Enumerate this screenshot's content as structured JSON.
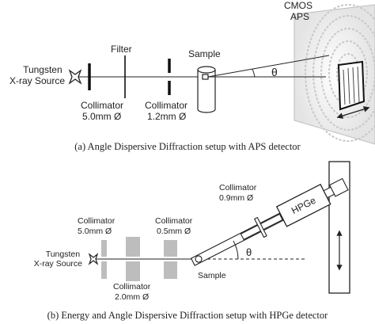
{
  "panel_a": {
    "source": [
      "Tungsten",
      "X-ray Source"
    ],
    "filter": "Filter",
    "collimator1": [
      "Collimator",
      "5.0mm Ø"
    ],
    "collimator2": [
      "Collimator",
      "1.2mm Ø"
    ],
    "sample": "Sample",
    "detector": [
      "CMOS",
      "APS"
    ],
    "angle": "θ",
    "caption": "(a) Angle Dispersive Diffraction setup with APS detector"
  },
  "panel_b": {
    "source": [
      "Tungsten",
      "X-ray Source"
    ],
    "collimator1": [
      "Collimator",
      "5.0mm Ø"
    ],
    "collimator2": [
      "Collimator",
      "2.0mm Ø"
    ],
    "collimator3": [
      "Collimator",
      "0.5mm Ø"
    ],
    "collimator4": [
      "Collimator",
      "0.9mm Ø"
    ],
    "detector": "HPGe",
    "sample": "Sample",
    "angle": "θ",
    "caption": "(b) Energy and Angle Dispersive Diffraction setup with HPGe detector"
  }
}
